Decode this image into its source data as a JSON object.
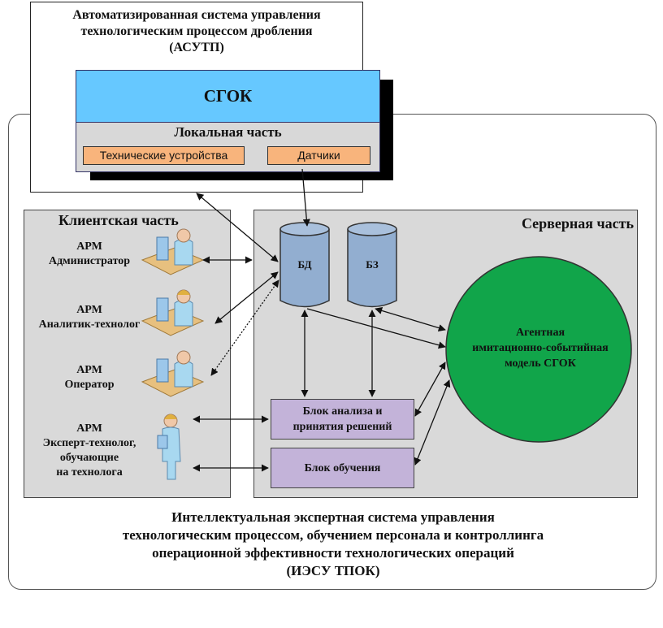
{
  "asutp": {
    "title_lines": [
      "Автоматизированная система управления",
      "технологическим процессом дробления",
      "(АСУТП)"
    ],
    "sgok_label": "СГОК",
    "local_part_label": "Локальная часть",
    "tech_devices_label": "Технические устройства",
    "sensors_label": "Датчики"
  },
  "client": {
    "title": "Клиентская часть",
    "arms": [
      {
        "line1": "АРМ",
        "line2": "Администратор"
      },
      {
        "line1": "АРМ",
        "line2": "Аналитик-технолог"
      },
      {
        "line1": "АРМ",
        "line2": "Оператор"
      },
      {
        "line1": "АРМ",
        "line2": "Эксперт-технолог,",
        "line3": "обучающие",
        "line4": "на технолога"
      }
    ]
  },
  "server": {
    "title": "Серверная часть",
    "db_label": "БД",
    "kb_label": "БЗ",
    "analysis_block": [
      "Блок анализа и",
      "принятия решений"
    ],
    "training_block": "Блок обучения",
    "agent_model": [
      "Агентная",
      "имитационно-событийная",
      "модель СГОК"
    ]
  },
  "footer": {
    "lines": [
      "Интеллектуальная экспертная система управления",
      "технологическим процессом, обучением персонала и контроллинга",
      "операционной эффективности технологических операций",
      "(ИЭСУ ТПОК)"
    ]
  },
  "colors": {
    "sgok": "#66c8ff",
    "local": "#d8d8d8",
    "orange": "#f8b47c",
    "cylinder": "#92aed0",
    "purple": "#c3b3d9",
    "circle": "#11a54a"
  }
}
